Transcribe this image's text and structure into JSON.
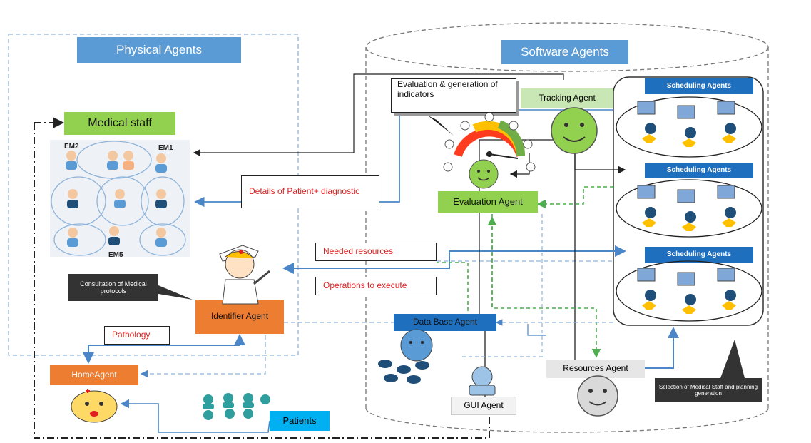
{
  "groups": {
    "physical": "Physical Agents",
    "software": "Software Agents"
  },
  "staff": {
    "title": "Medical staff",
    "em1": "EM1",
    "em2": "EM2",
    "em5": "EM5"
  },
  "agents": {
    "tracking": "Tracking Agent",
    "evaluation": "Evaluation Agent",
    "identifier": "Identifier Agent",
    "home": "HomeAgent",
    "database": "Data Base Agent",
    "resources": "Resources Agent",
    "gui": "GUI Agent",
    "patients": "Patients"
  },
  "scheduling": [
    "Scheduling Agents",
    "Scheduling Agents",
    "Scheduling Agents"
  ],
  "callouts": {
    "evaluation_generation": "Evaluation & generation of indicators",
    "consultation": "Consultation of Medical protocols",
    "selection": "Selection of Medical Staff and planning generation"
  },
  "messages": {
    "details": "Details of Patient+ diagnostic",
    "needed": "Needed resources",
    "operations": "Operations to execute",
    "pathology": "Pathology"
  },
  "colors": {
    "header_blue": "#5b9bd5",
    "agent_green": "#92d050",
    "agent_orange": "#ed7d31",
    "scheduling_blue": "#1f6fbf",
    "patients_blue": "#00b0f0",
    "message_red": "#e02020"
  }
}
